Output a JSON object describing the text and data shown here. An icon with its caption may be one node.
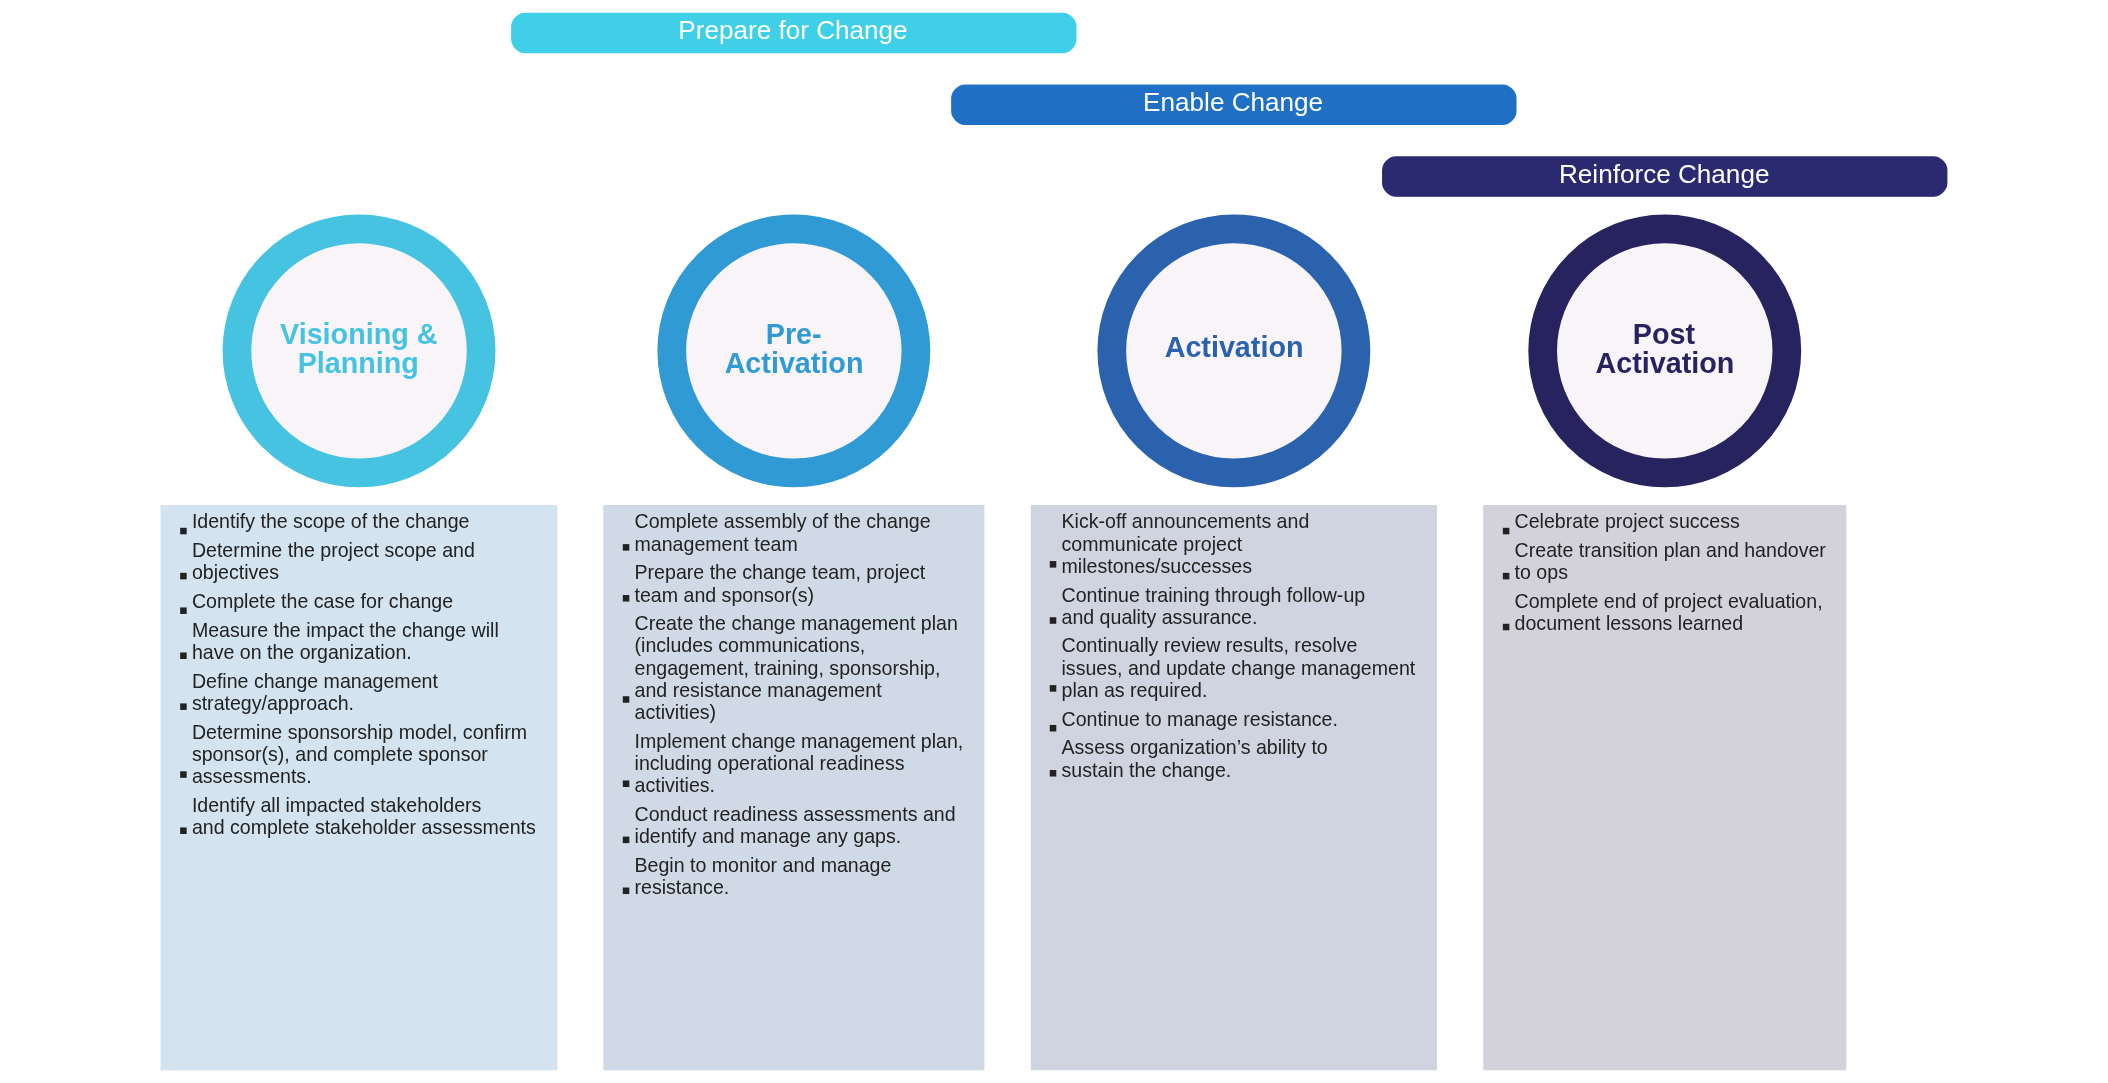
{
  "diagram": {
    "nodes": [
      {
        "text": [
          "Prepare for Change"
        ]
      },
      {
        "text": [
          "Enable Change"
        ]
      },
      {
        "text": [
          "Reinforce Change"
        ]
      },
      {
        "text": [
          "Visioning & Planning"
        ]
      },
      {
        "text": [
          "Pre-Activation"
        ]
      },
      {
        "text": [
          "Activation"
        ]
      },
      {
        "text": [
          "Post Activation"
        ]
      },
      {
        "text": [
          "Identify the scope of the change",
          "Determine the project scope and objectives",
          "Complete the case for change",
          "Measure the impact the change will have on the organization.",
          "Define change management strategy/approach.",
          "Determine sponsorship model, confirm sponsor(s), and complete sponsor assessments.",
          "Identify all impacted stakeholders and complete stakeholder assessments"
        ]
      },
      {
        "text": [
          "Complete assembly of the change management team",
          "Prepare the change team, project team and sponsor(s)",
          "Create the change management plan (includes communications, engagement, training, sponsorship, and resistance management activities)",
          "Implement change management plan, including operational readiness activities.",
          "Conduct readiness assessments and identify and manage any gaps.",
          "Begin to monitor and manage resistance."
        ]
      },
      {
        "text": [
          "Kick-off announcements and communicate project milestones/successes",
          "Continue training through follow-up and quality assurance.",
          "Continually review results, resolve issues, and update change management plan as required.",
          "Continue to manage resistance.",
          "Assess organization’s ability to sustain the change."
        ]
      },
      {
        "text": [
          "Celebrate project success",
          "Create transition plan and handover to ops",
          "Complete end of project evaluation, document lessons learned"
        ]
      }
    ],
    "edges": []
  }
}
